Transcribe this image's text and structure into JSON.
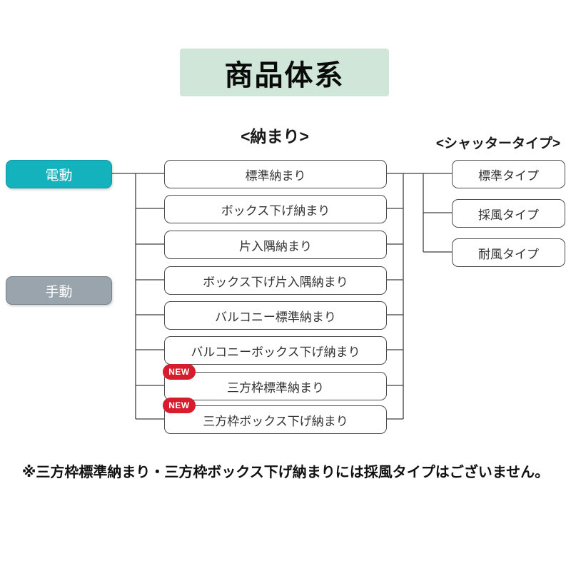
{
  "title": "商品体系",
  "headers": {
    "osamari": "<納まり>",
    "shutter": "<シャッタータイプ>"
  },
  "drive": [
    {
      "label": "電動",
      "color": "#14b2bc"
    },
    {
      "label": "手動",
      "color": "#9aa4ac"
    }
  ],
  "osamari_items": [
    {
      "label": "標準納まり",
      "new": false
    },
    {
      "label": "ボックス下げ納まり",
      "new": false
    },
    {
      "label": "片入隅納まり",
      "new": false
    },
    {
      "label": "ボックス下げ片入隅納まり",
      "new": false
    },
    {
      "label": "バルコニー標準納まり",
      "new": false
    },
    {
      "label": "バルコニーボックス下げ納まり",
      "new": false
    },
    {
      "label": "三方枠標準納まり",
      "new": true
    },
    {
      "label": "三方枠ボックス下げ納まり",
      "new": true
    }
  ],
  "shutter_types": [
    {
      "label": "標準タイプ"
    },
    {
      "label": "採風タイプ"
    },
    {
      "label": "耐風タイプ"
    }
  ],
  "new_badge_label": "NEW",
  "footnote": "※三方枠標準納まり・三方枠ボックス下げ納まりには採風タイプはございません。",
  "colors": {
    "title_bg": "#cfe6d8",
    "electric_teal": "#14b2bc",
    "manual_gray": "#9aa4ac",
    "badge_red": "#d71c2e",
    "line": "#3f3f3f"
  }
}
